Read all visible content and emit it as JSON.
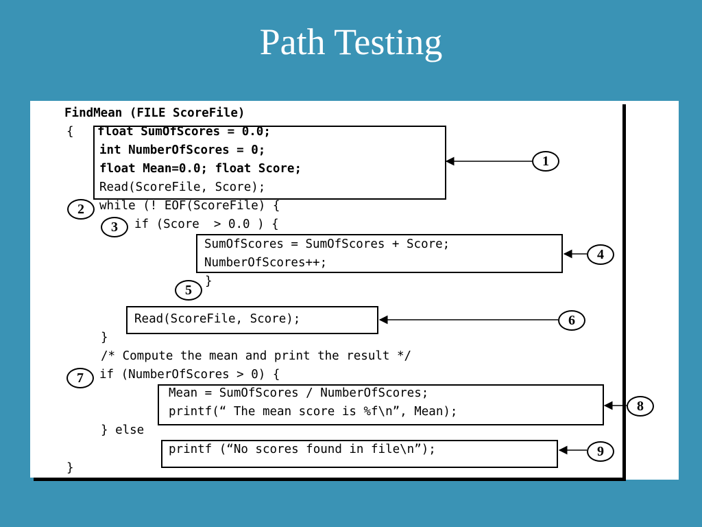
{
  "slide": {
    "title": "Path Testing"
  },
  "code": {
    "signature": "FindMean (FILE ScoreFile)",
    "open_brace": "{",
    "block1": [
      "float SumOfScores = 0.0;",
      "int NumberOfScores = 0;",
      "float Mean=0.0; float Score;",
      "Read(ScoreFile, Score);"
    ],
    "while_line": "while (! EOF(ScoreFile) {",
    "if_line": "if (Score  > 0.0 ) {",
    "block4": [
      "SumOfScores = SumOfScores + Score;",
      "NumberOfScores++;"
    ],
    "close_if": "}",
    "block6": "Read(ScoreFile, Score);",
    "close_while": "}",
    "comment": "/* Compute the mean and print the result */",
    "if2_line": "if (NumberOfScores > 0) {",
    "block8": [
      "Mean = SumOfScores / NumberOfScores;",
      "printf(“ The mean score is %f\\n”, Mean);"
    ],
    "else_line": "} else",
    "block9": "printf (“No scores found in file\\n”);",
    "close_fn": "}"
  },
  "nodes": [
    "1",
    "2",
    "3",
    "4",
    "5",
    "6",
    "7",
    "8",
    "9"
  ],
  "colors": {
    "background": "#3a93b5",
    "panel": "#ffffff",
    "ink": "#000000"
  }
}
